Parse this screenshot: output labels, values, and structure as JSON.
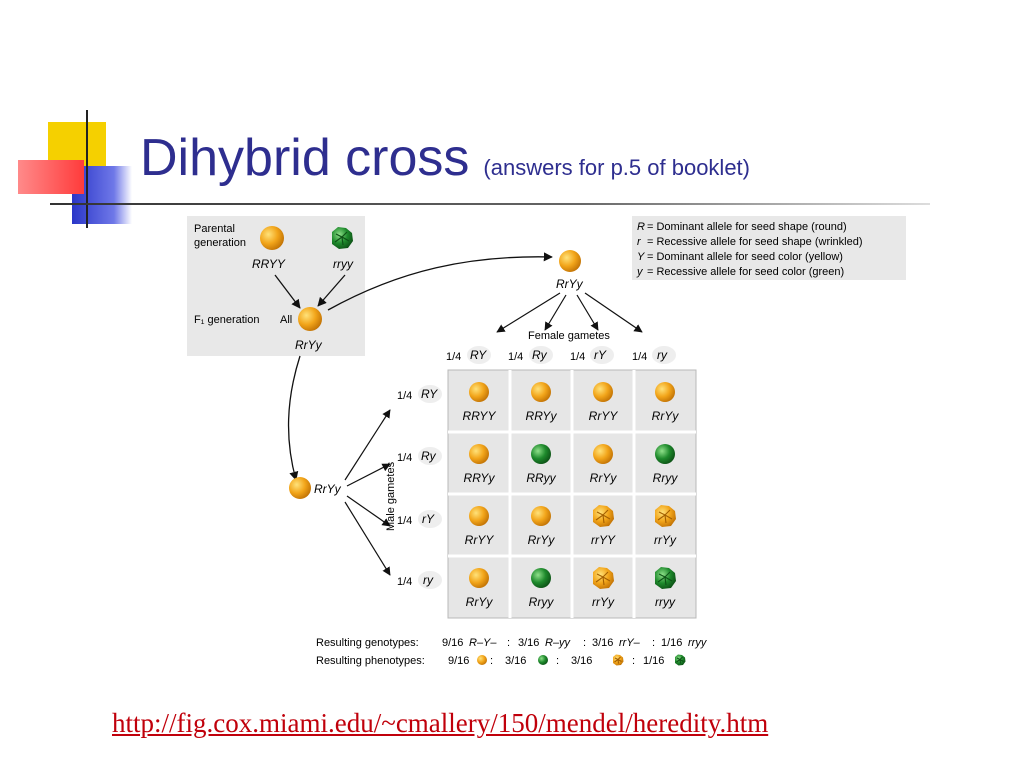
{
  "slide": {
    "title": "Dihybrid cross",
    "subtitle": "(answers for p.5 of booklet)",
    "link": "http://fig.cox.miami.edu/~cmallery/150/mendel/heredity.htm"
  },
  "colors": {
    "title": "#2e2e8f",
    "deco_yellow": "#f5d000",
    "deco_red": "#ff3b3b",
    "deco_blue": "#2a36c8",
    "panel_gray": "#e8e8e8",
    "pea_yellow": "#f2a51a",
    "pea_green": "#1e8a2c",
    "link": "#c0000b"
  },
  "diagram": {
    "parental_label_1": "Parental",
    "parental_label_2": "generation",
    "parent_1": "RRYY",
    "parent_2": "rryy",
    "f1_label": "F₁ generation",
    "f1_all": "All",
    "f1_genotype": "RrYy",
    "female_parent": "RrYy",
    "male_parent": "RrYy",
    "female_gametes_label": "Female gametes",
    "male_gametes_label": "Male gametes",
    "gametes": [
      {
        "fraction": "1/4",
        "allele": "RY"
      },
      {
        "fraction": "1/4",
        "allele": "Ry"
      },
      {
        "fraction": "1/4",
        "allele": "rY"
      },
      {
        "fraction": "1/4",
        "allele": "ry"
      }
    ],
    "grid": [
      [
        {
          "g": "RRYY",
          "pea": "round-yellow"
        },
        {
          "g": "RRYy",
          "pea": "round-yellow"
        },
        {
          "g": "RrYY",
          "pea": "round-yellow"
        },
        {
          "g": "RrYy",
          "pea": "round-yellow"
        }
      ],
      [
        {
          "g": "RRYy",
          "pea": "round-yellow"
        },
        {
          "g": "RRyy",
          "pea": "round-green"
        },
        {
          "g": "RrYy",
          "pea": "round-yellow"
        },
        {
          "g": "Rryy",
          "pea": "round-green"
        }
      ],
      [
        {
          "g": "RrYY",
          "pea": "round-yellow"
        },
        {
          "g": "RrYy",
          "pea": "round-yellow"
        },
        {
          "g": "rrYY",
          "pea": "wrinkled-yellow"
        },
        {
          "g": "rrYy",
          "pea": "wrinkled-yellow"
        }
      ],
      [
        {
          "g": "RrYy",
          "pea": "round-yellow"
        },
        {
          "g": "Rryy",
          "pea": "round-green"
        },
        {
          "g": "rrYy",
          "pea": "wrinkled-yellow"
        },
        {
          "g": "rryy",
          "pea": "wrinkled-green"
        }
      ]
    ],
    "legend": [
      {
        "symbol": "R",
        "text": "= Dominant allele for seed shape (round)"
      },
      {
        "symbol": "r",
        "text": "= Recessive allele for seed shape (wrinkled)"
      },
      {
        "symbol": "Y",
        "text": "= Dominant allele for seed color (yellow)"
      },
      {
        "symbol": "y",
        "text": "= Recessive allele for seed color (green)"
      }
    ],
    "genotypes_label": "Resulting genotypes:",
    "genotypes": [
      {
        "ratio": "9/16",
        "code": "R–Y–"
      },
      {
        "ratio": "3/16",
        "code": "R–yy"
      },
      {
        "ratio": "3/16",
        "code": "rrY–"
      },
      {
        "ratio": "1/16",
        "code": "rryy"
      }
    ],
    "phenotypes_label": "Resulting phenotypes:",
    "phenotypes": [
      {
        "ratio": "9/16",
        "pea": "round-yellow"
      },
      {
        "ratio": "3/16",
        "pea": "round-green"
      },
      {
        "ratio": "3/16",
        "pea": "wrinkled-yellow"
      },
      {
        "ratio": "1/16",
        "pea": "wrinkled-green"
      }
    ]
  }
}
